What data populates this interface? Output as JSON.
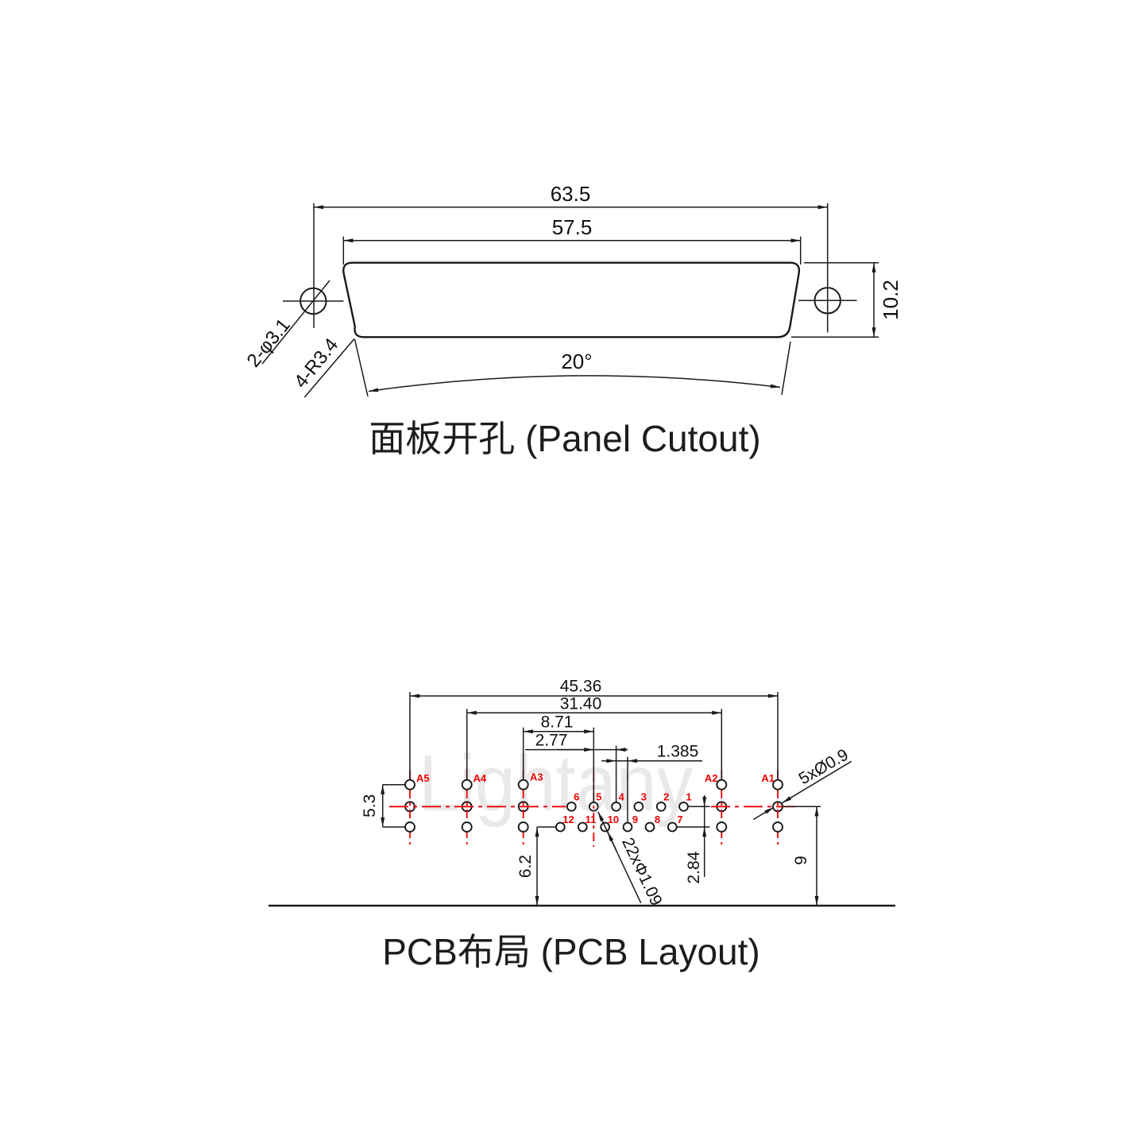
{
  "watermark": "Lightany",
  "panel": {
    "caption": "面板开孔 (Panel Cutout)",
    "dim_outer_width": "63.5",
    "dim_inner_width": "57.5",
    "dim_height": "10.2",
    "dim_angle": "20°",
    "label_mount_holes": "2-φ3.1",
    "label_corner_radius": "4-R3.4"
  },
  "pcb": {
    "caption": "PCB布局 (PCB Layout)",
    "dim_coax_span": "45.36",
    "dim_inner_span": "31.40",
    "dim_a3_to_pin5": "8.71",
    "dim_pitch": "2.77",
    "dim_half_pitch": "1.385",
    "dim_coax_vertical": "5.3",
    "dim_left_height": "6.2",
    "dim_row_offset": "2.84",
    "dim_right_height": "9",
    "label_coax_holes": "5xØ0.9",
    "label_signal_holes": "22xΦ1.09",
    "coax_pins": [
      "A5",
      "A4",
      "A3",
      "A2",
      "A1"
    ],
    "top_row_pins": [
      "6",
      "5",
      "4",
      "3",
      "2",
      "1"
    ],
    "bottom_row_pins": [
      "12",
      "11",
      "10",
      "9",
      "8",
      "7"
    ]
  },
  "colors": {
    "line": "#1a1a1a",
    "red": "#ee0000",
    "watermark": "#e9e9e9"
  }
}
